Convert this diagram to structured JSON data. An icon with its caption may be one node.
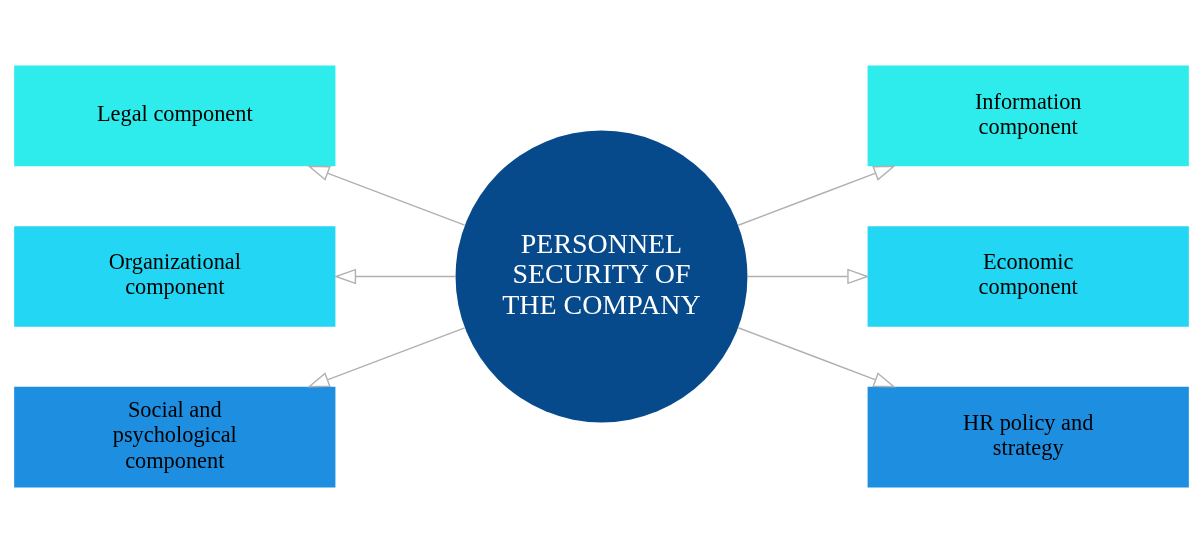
{
  "diagram": {
    "nodes": [
      {
        "text": [
          "PERSONNEL SECURITY OF THE COMPANY"
        ]
      },
      {
        "text": [
          "Legal component"
        ]
      },
      {
        "text": [
          "Information component"
        ]
      },
      {
        "text": [
          "Organizational component"
        ]
      },
      {
        "text": [
          "Economic component"
        ]
      },
      {
        "text": [
          "Social and psychological component"
        ]
      },
      {
        "text": [
          "HR policy and strategy"
        ]
      }
    ],
    "edges": [
      {
        "from": 0,
        "to": 1,
        "arrow": "to"
      },
      {
        "from": 0,
        "to": 2,
        "arrow": "to"
      },
      {
        "from": 0,
        "to": 3,
        "arrow": "to"
      },
      {
        "from": 0,
        "to": 4,
        "arrow": "to"
      },
      {
        "from": 0,
        "to": 5,
        "arrow": "to"
      },
      {
        "from": 0,
        "to": 6,
        "arrow": "to"
      }
    ]
  }
}
